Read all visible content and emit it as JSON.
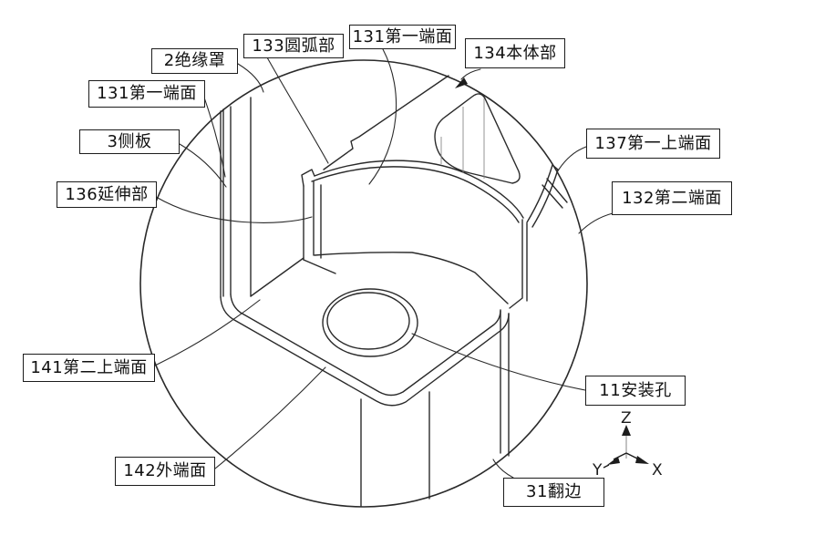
{
  "figure": {
    "background": "#ffffff",
    "line_color": "#2a2a2a",
    "type": "patent-detail-view-isometric-drawing",
    "labels": [
      {
        "id": "133",
        "text": "133圆弧部"
      },
      {
        "id": "131_top",
        "text": "131第一端面"
      },
      {
        "id": "2",
        "text": "2绝缘罩"
      },
      {
        "id": "134",
        "text": "134本体部"
      },
      {
        "id": "131_left",
        "text": "131第一端面"
      },
      {
        "id": "3",
        "text": "3侧板"
      },
      {
        "id": "137",
        "text": "137第一上端面"
      },
      {
        "id": "132",
        "text": "132第二端面"
      },
      {
        "id": "136",
        "text": "136延伸部"
      },
      {
        "id": "141",
        "text": "141第二上端面"
      },
      {
        "id": "142",
        "text": "142外端面"
      },
      {
        "id": "11",
        "text": "11安装孔"
      },
      {
        "id": "31",
        "text": "31翻边"
      }
    ],
    "axes": {
      "z": "Z",
      "x": "X",
      "y": "Y"
    }
  }
}
